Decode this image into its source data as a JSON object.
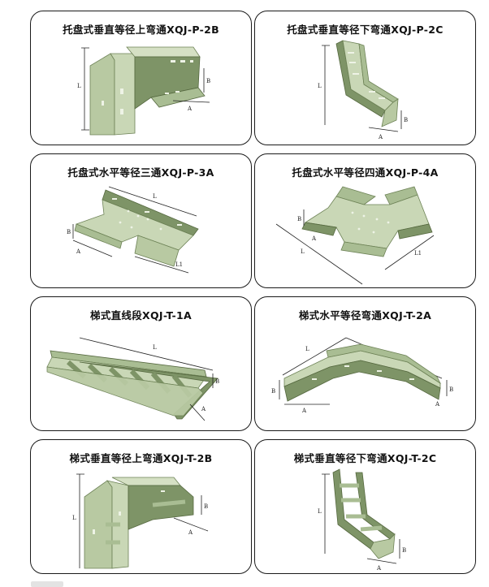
{
  "items": [
    {
      "title": "托盘式垂直等径上弯通XQJ-P-2B",
      "icon": "tray-vertical-up-bend"
    },
    {
      "title": "托盘式垂直等径下弯通XQJ-P-2C",
      "icon": "tray-vertical-down-bend"
    },
    {
      "title": "托盘式水平等径三通XQJ-P-3A",
      "icon": "tray-horizontal-tee"
    },
    {
      "title": "托盘式水平等径四通XQJ-P-4A",
      "icon": "tray-horizontal-cross"
    },
    {
      "title": "梯式直线段XQJ-T-1A",
      "icon": "ladder-straight-section"
    },
    {
      "title": "梯式水平等径弯通XQJ-T-2A",
      "icon": "ladder-horizontal-bend"
    },
    {
      "title": "梯式垂直等径上弯通XQJ-T-2B",
      "icon": "ladder-vertical-up-bend"
    },
    {
      "title": "梯式垂直等径下弯通XQJ-T-2C",
      "icon": "ladder-vertical-down-bend"
    }
  ],
  "dimension_labels": {
    "L": "L",
    "B": "B",
    "A": "A",
    "L1": "L1"
  },
  "colors": {
    "tray_light": "#c9d7b6",
    "tray_mid": "#a9bd93",
    "tray_dark": "#7e9467",
    "line": "#111111"
  }
}
